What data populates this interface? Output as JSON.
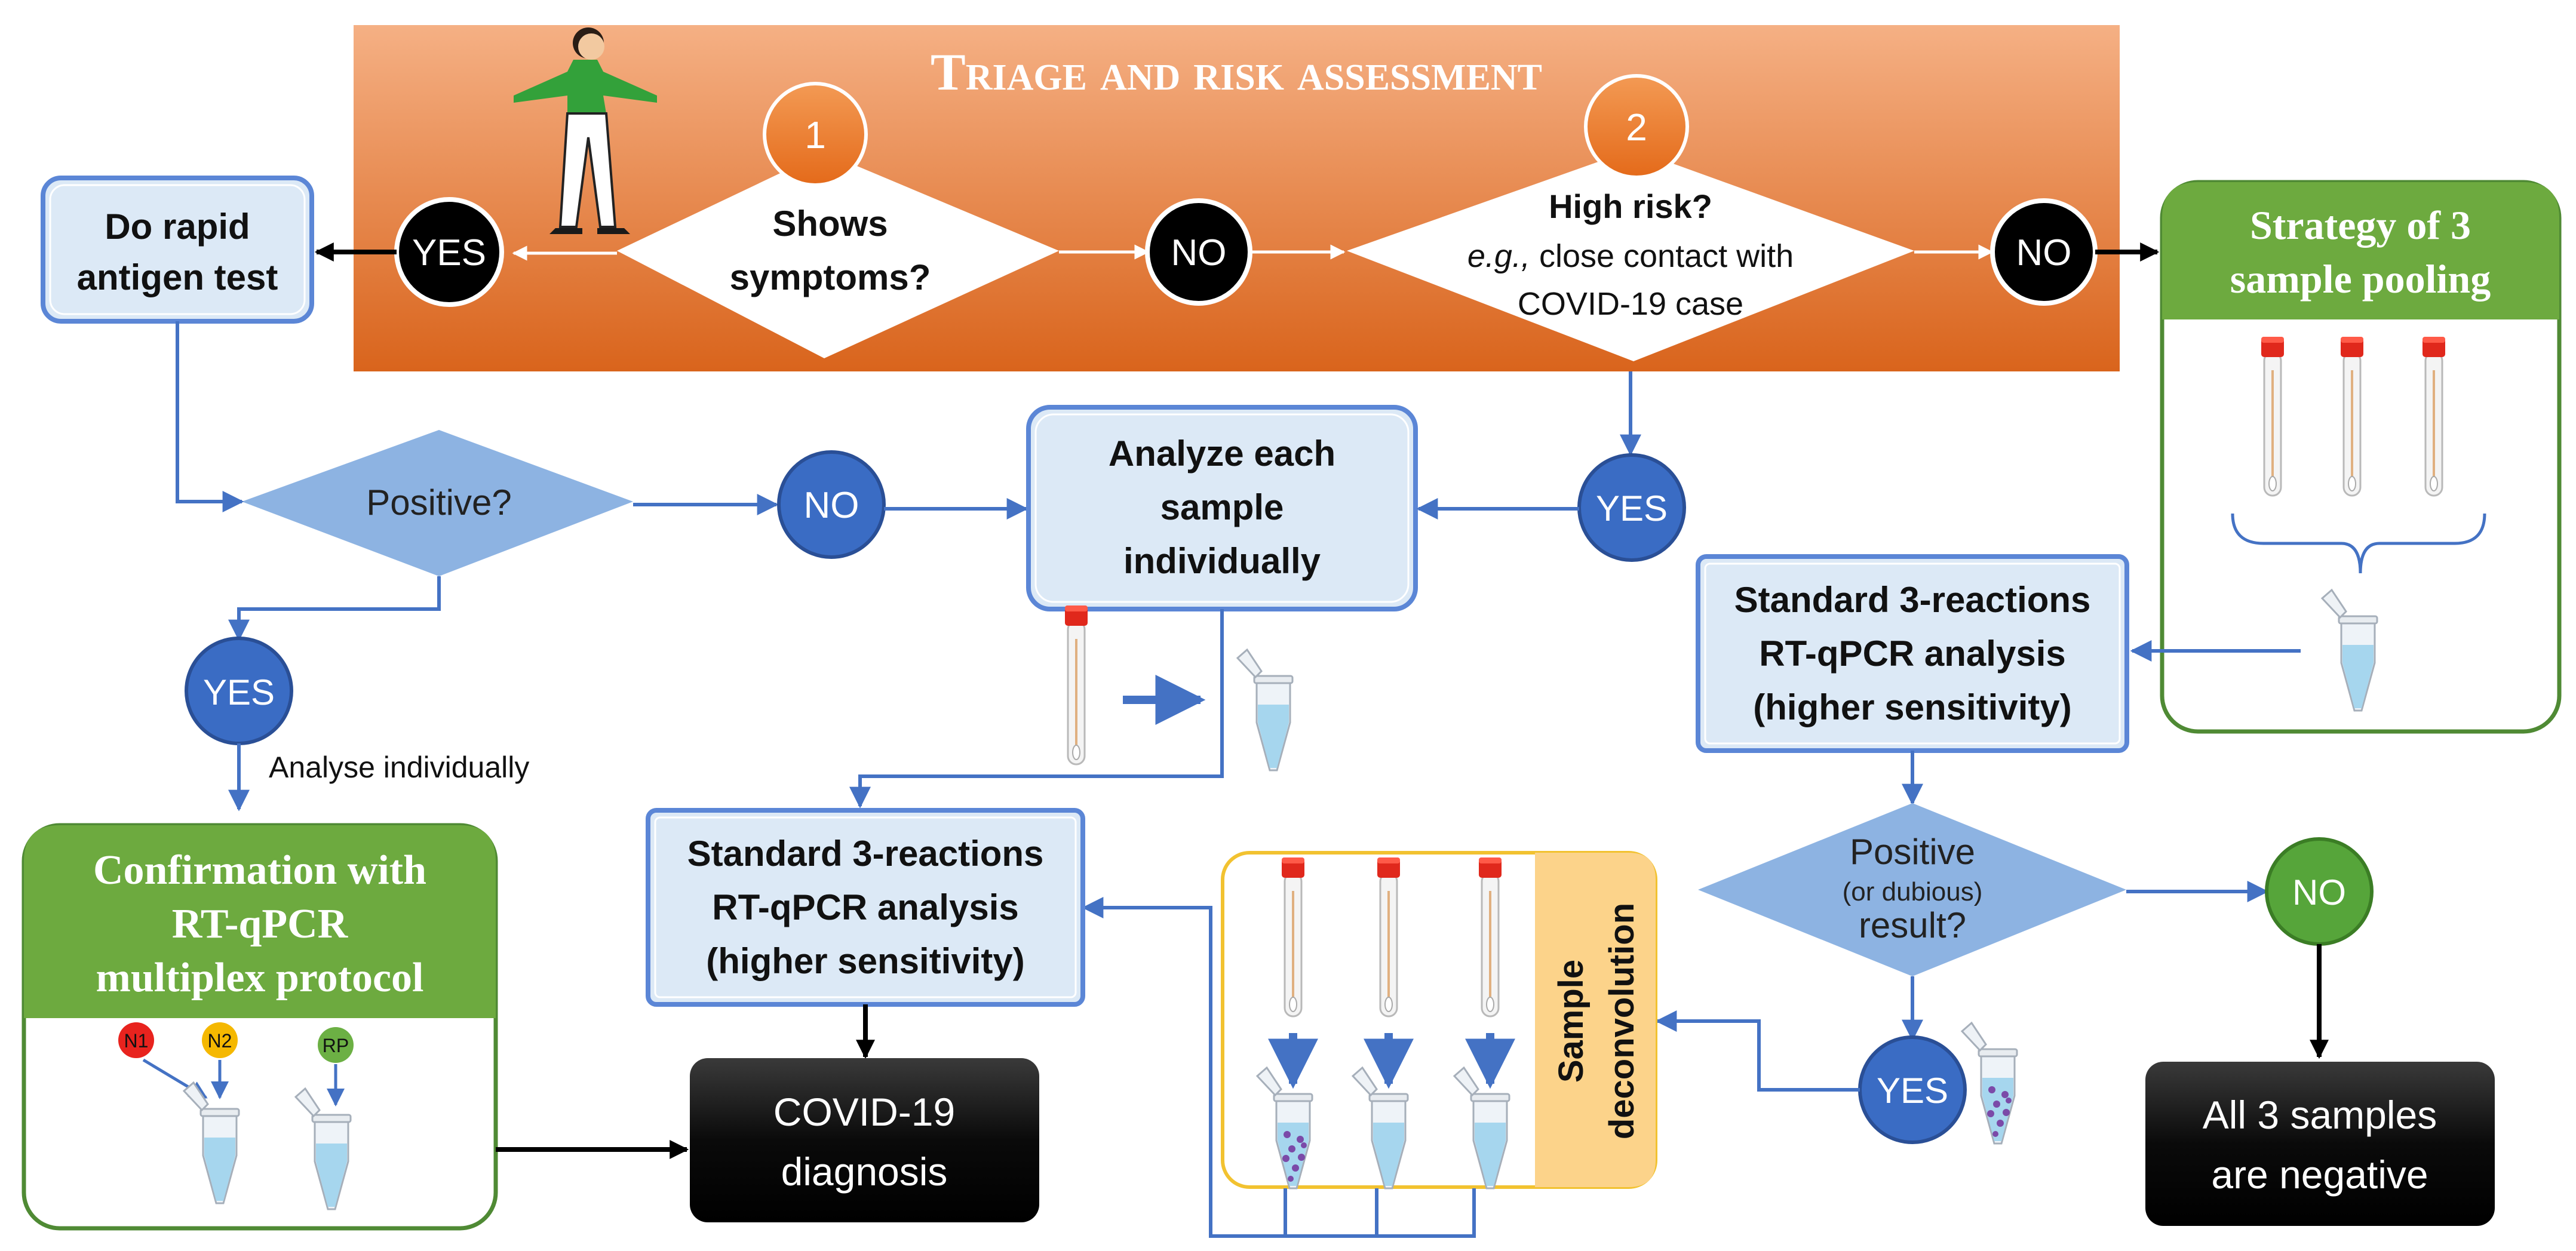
{
  "triage": {
    "title": "Triage and risk assessment",
    "step1": "1",
    "step2": "2"
  },
  "q_symptoms": {
    "line1": "Shows",
    "line2": "symptoms?"
  },
  "q_risk": {
    "line1": "High risk?",
    "example_prefix": "e.g.,",
    "example_rest": " close contact with",
    "line3": "COVID-19 case"
  },
  "answers": {
    "yes": "YES",
    "no": "NO"
  },
  "rapid_test": {
    "line1": "Do rapid",
    "line2": "antigen test"
  },
  "q_positive": {
    "label": "Positive?"
  },
  "analyse_note": "Analyse individually",
  "analyze_each": {
    "line1": "Analyze each",
    "line2": "sample",
    "line3": "individually"
  },
  "pooling": {
    "line1": "Strategy of 3",
    "line2": "sample pooling"
  },
  "standard_pool": {
    "line1": "Standard 3-reactions",
    "line2": "RT-qPCR analysis",
    "line3": "(higher sensitivity)"
  },
  "standard_indiv": {
    "line1": "Standard 3-reactions",
    "line2": "RT-qPCR analysis",
    "line3": "(higher sensitivity)"
  },
  "q_pooled": {
    "line1": "Positive",
    "line2": "(or dubious)",
    "line3": "result?"
  },
  "confirmation": {
    "line1": "Confirmation with",
    "line2": "RT-qPCR",
    "line3": "multiplex protocol"
  },
  "markers": {
    "n1": "N1",
    "n2": "N2",
    "rp": "RP"
  },
  "diagnosis": {
    "line1": "COVID-19",
    "line2": "diagnosis"
  },
  "deconvolution": {
    "line1": "Sample",
    "line2": "deconvolution"
  },
  "all_negative": {
    "line1": "All 3 samples",
    "line2": "are negative"
  },
  "colors": {
    "orange_top": "#f5b084",
    "orange_bottom": "#d9641c",
    "step_circle": "#ee7d31",
    "box_fill": "#dce9f6",
    "box_border": "#5b86d6",
    "diamond_fill": "#8db3e2",
    "circle_blue": "#3a6cc4",
    "circle_green": "#56a53a",
    "green_header": "#6daa3f",
    "black_box": "#0a0a0a",
    "deconv_fill": "#fcd38a",
    "deconv_border": "#f2c230",
    "marker_n1": "#e8231e",
    "marker_n2": "#f5b800",
    "marker_rp": "#6cb044",
    "connector": "#4472c4"
  },
  "icons": [
    "person-icon",
    "swab-tube-icon",
    "microtube-icon"
  ]
}
